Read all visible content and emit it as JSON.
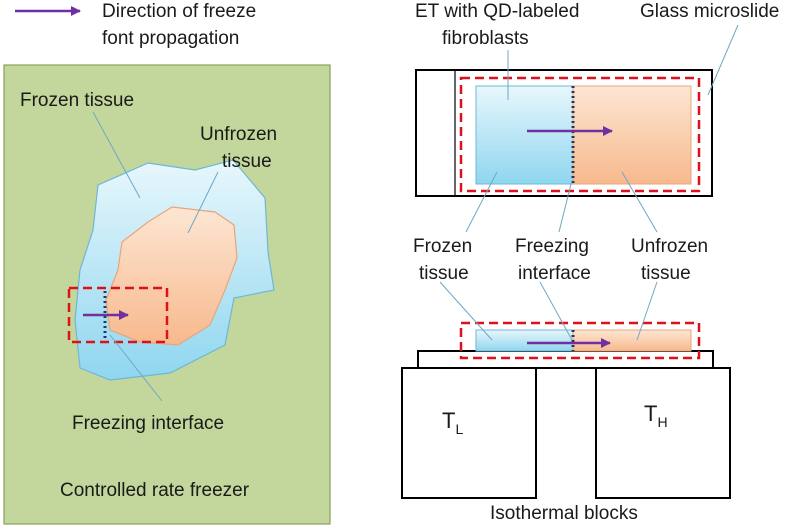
{
  "legend": {
    "line1": "Direction of freeze",
    "line2": "font propagation",
    "arrow_color": "#7030a0"
  },
  "left_panel": {
    "background_color": "#c3d69b",
    "frozen_tissue_label": "Frozen tissue",
    "unfrozen_tissue_line1": "Unfrozen",
    "unfrozen_tissue_line2": "tissue",
    "freezing_interface_label": "Freezing interface",
    "freezer_label": "Controlled rate freezer"
  },
  "top_view": {
    "et_label_line1": "ET with QD-labeled",
    "et_label_line2": "fibroblasts",
    "slide_label": "Glass microslide",
    "frozen_line1": "Frozen",
    "frozen_line2": "tissue",
    "interface_line1": "Freezing",
    "interface_line2": "interface",
    "unfrozen_line1": "Unfrozen",
    "unfrozen_line2": "tissue"
  },
  "side_view": {
    "block_low_label": "T",
    "block_low_subscript": "L",
    "block_high_label": "T",
    "block_high_subscript": "H",
    "blocks_label": "Isothermal blocks"
  },
  "colors": {
    "frozen": "#aee3f3",
    "unfrozen": "#fbc9a4",
    "dashed_box": "#e0101a",
    "interface_dots": "#1f3864",
    "leader_line": "#6fa8c8"
  }
}
